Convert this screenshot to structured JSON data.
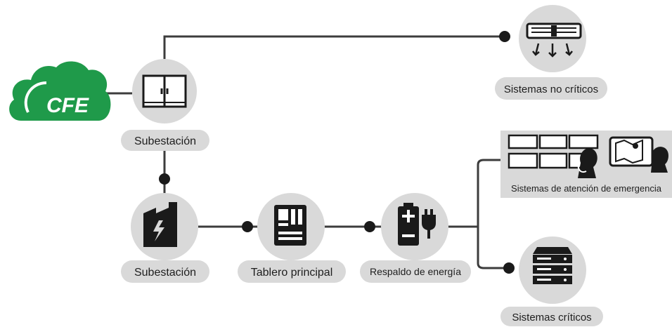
{
  "logo": {
    "text": "CFE",
    "color": "#1f9a4a"
  },
  "nodes": {
    "substation_top": {
      "label": "Subestación",
      "icon": "cabinet-icon"
    },
    "substation_bottom": {
      "label": "Subestación",
      "icon": "factory-battery-icon"
    },
    "main_board": {
      "label": "Tablero principal",
      "icon": "panel-board-icon"
    },
    "energy_backup": {
      "label": "Respaldo de energía",
      "icon": "battery-plug-icon"
    },
    "non_critical": {
      "label": "Sistemas no críticos",
      "icon": "air-conditioner-icon"
    },
    "emergency": {
      "label": "Sistemas de atención de emergencia",
      "icon": "monitors-operator-icon"
    },
    "critical": {
      "label": "Sistemas críticos",
      "icon": "server-rack-icon"
    }
  },
  "colors": {
    "line": "#3c3c3c",
    "circle": "#d9d9d9",
    "pill": "#d9d9d9",
    "icon": "#1a1a1a"
  }
}
